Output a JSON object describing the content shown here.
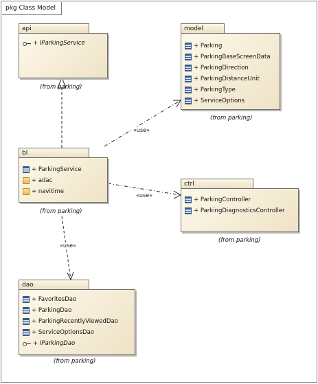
{
  "diagram": {
    "title": "pkg Class Model",
    "packages": {
      "api": {
        "name": "api",
        "members": [
          {
            "prefix": "+",
            "name": "IParkingService",
            "kind": "interface",
            "icon": "interface-icon"
          }
        ],
        "caption": "(from parking)"
      },
      "model": {
        "name": "model",
        "members": [
          {
            "prefix": "+",
            "name": "Parking",
            "kind": "class",
            "icon": "class-icon"
          },
          {
            "prefix": "+",
            "name": "ParkingBaseScreenData",
            "kind": "class",
            "icon": "class-icon"
          },
          {
            "prefix": "+",
            "name": "ParkingDirection",
            "kind": "class",
            "icon": "class-icon"
          },
          {
            "prefix": "+",
            "name": "ParkingDistanceUnit",
            "kind": "class",
            "icon": "class-icon"
          },
          {
            "prefix": "+",
            "name": "ParkingType",
            "kind": "class",
            "icon": "class-icon"
          },
          {
            "prefix": "+",
            "name": "ServiceOptions",
            "kind": "class",
            "icon": "class-icon"
          }
        ],
        "caption": "(from parking)"
      },
      "bl": {
        "name": "bl",
        "members": [
          {
            "prefix": "+",
            "name": "ParkingService",
            "kind": "class",
            "icon": "class-icon"
          },
          {
            "prefix": "+",
            "name": "adac",
            "kind": "package",
            "icon": "package-icon"
          },
          {
            "prefix": "+",
            "name": "navitime",
            "kind": "package",
            "icon": "package-icon"
          }
        ],
        "caption": "(from parking)"
      },
      "ctrl": {
        "name": "ctrl",
        "members": [
          {
            "prefix": "+",
            "name": "ParkingController",
            "kind": "class",
            "icon": "class-icon"
          },
          {
            "prefix": "+",
            "name": "ParkingDiagnosticsController",
            "kind": "class",
            "icon": "class-icon"
          }
        ],
        "caption": "(from parking)"
      },
      "dao": {
        "name": "dao",
        "members": [
          {
            "prefix": "+",
            "name": "FavoritesDao",
            "kind": "class",
            "icon": "class-icon"
          },
          {
            "prefix": "+",
            "name": "ParkingDao",
            "kind": "class",
            "icon": "class-icon"
          },
          {
            "prefix": "+",
            "name": "ParkingRecentlyViewedDao",
            "kind": "class",
            "icon": "class-icon"
          },
          {
            "prefix": "+",
            "name": "ServiceOptionsDao",
            "kind": "class",
            "icon": "class-icon"
          },
          {
            "prefix": "+",
            "name": "IParkingDao",
            "kind": "interface",
            "icon": "interface-icon"
          }
        ],
        "caption": "(from parking)"
      }
    },
    "relations": [
      {
        "from": "bl",
        "to": "api",
        "type": "realization",
        "label": ""
      },
      {
        "from": "bl",
        "to": "model",
        "type": "dependency",
        "label": "«use»"
      },
      {
        "from": "bl",
        "to": "ctrl",
        "type": "dependency",
        "label": "«use»"
      },
      {
        "from": "bl",
        "to": "dao",
        "type": "dependency",
        "label": "«use»"
      }
    ]
  }
}
